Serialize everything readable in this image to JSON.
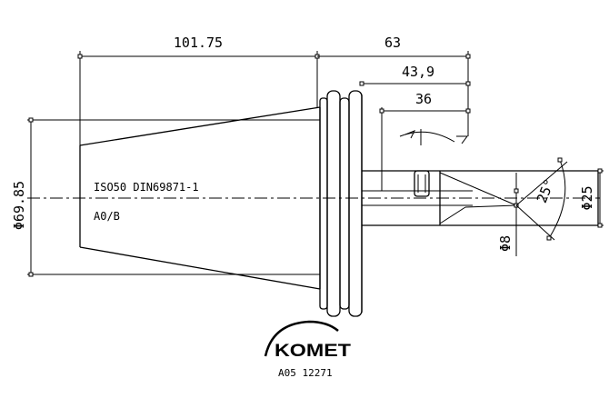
{
  "dimensions": {
    "len_101_75": "101.75",
    "len_63": "63",
    "len_43_9": "43,9",
    "len_36": "36",
    "dia_69_85": "Φ69.85",
    "dia_25": "Φ25",
    "dia_8": "Φ8",
    "angle_25": "25°"
  },
  "labels": {
    "standard": "ISO50 DIN69871-1",
    "form": "A0/B"
  },
  "logo": {
    "brand": "KOMET",
    "code": "A05 12271"
  }
}
